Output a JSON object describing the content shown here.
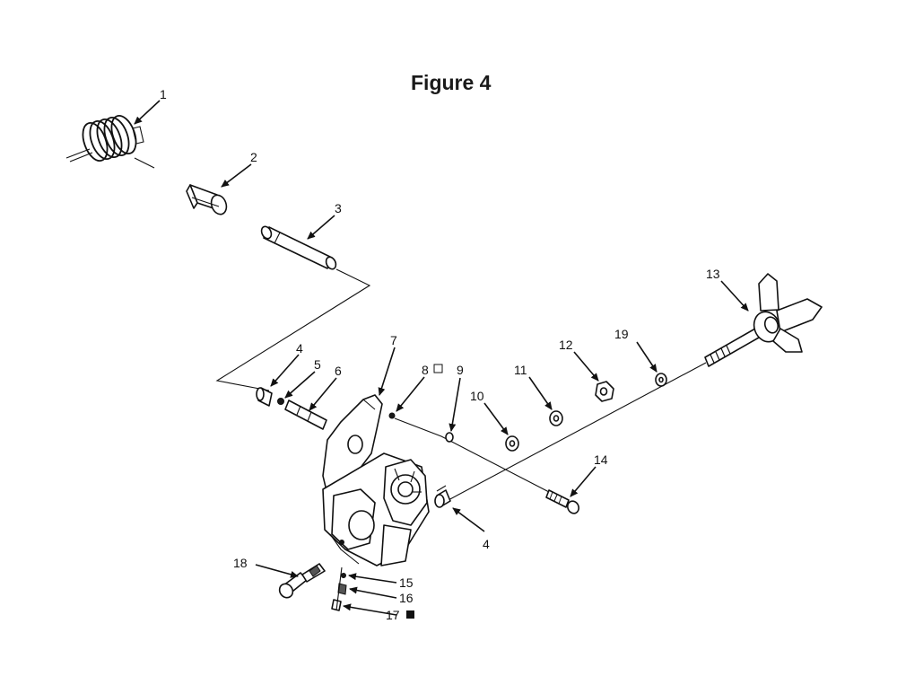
{
  "title": "Figure 4",
  "callouts": {
    "c1": "1",
    "c2": "2",
    "c3": "3",
    "c4a": "4",
    "c4b": "4",
    "c5": "5",
    "c6": "6",
    "c7": "7",
    "c8": "8",
    "c9": "9",
    "c10": "10",
    "c11": "11",
    "c12": "12",
    "c13": "13",
    "c14": "14",
    "c15": "15",
    "c16": "16",
    "c17": "17",
    "c18": "18",
    "c19": "19"
  },
  "legend_marks": {
    "hollow_square_icon": "hollow-square-icon",
    "solid_square_icon": "solid-square-icon"
  },
  "colors": {
    "ink": "#111111",
    "paper": "#ffffff"
  }
}
